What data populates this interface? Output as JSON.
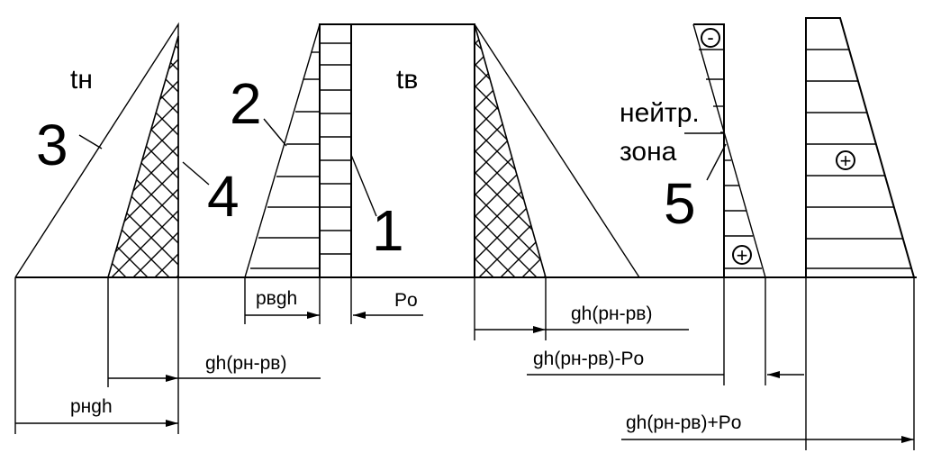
{
  "labels": {
    "t_outside": "tн",
    "t_inside": "tв",
    "num_1": "1",
    "num_2": "2",
    "num_3": "3",
    "num_4": "4",
    "num_5": "5",
    "neutral_line1": "нейтр.",
    "neutral_line2": "зона",
    "minus_sign": "-",
    "plus_sign": "+"
  },
  "dimensions": {
    "rv_gh": "рвgh",
    "p0": "Pо",
    "rn_gh": "рнgh",
    "gh_diff_left": "gh(рн-рв)",
    "gh_diff_right": "gh(рн-рв)",
    "gh_diff_minus_p0": "gh(рн-рв)-Pо",
    "gh_diff_plus_p0": "gh(рн-рв)+Pо"
  }
}
